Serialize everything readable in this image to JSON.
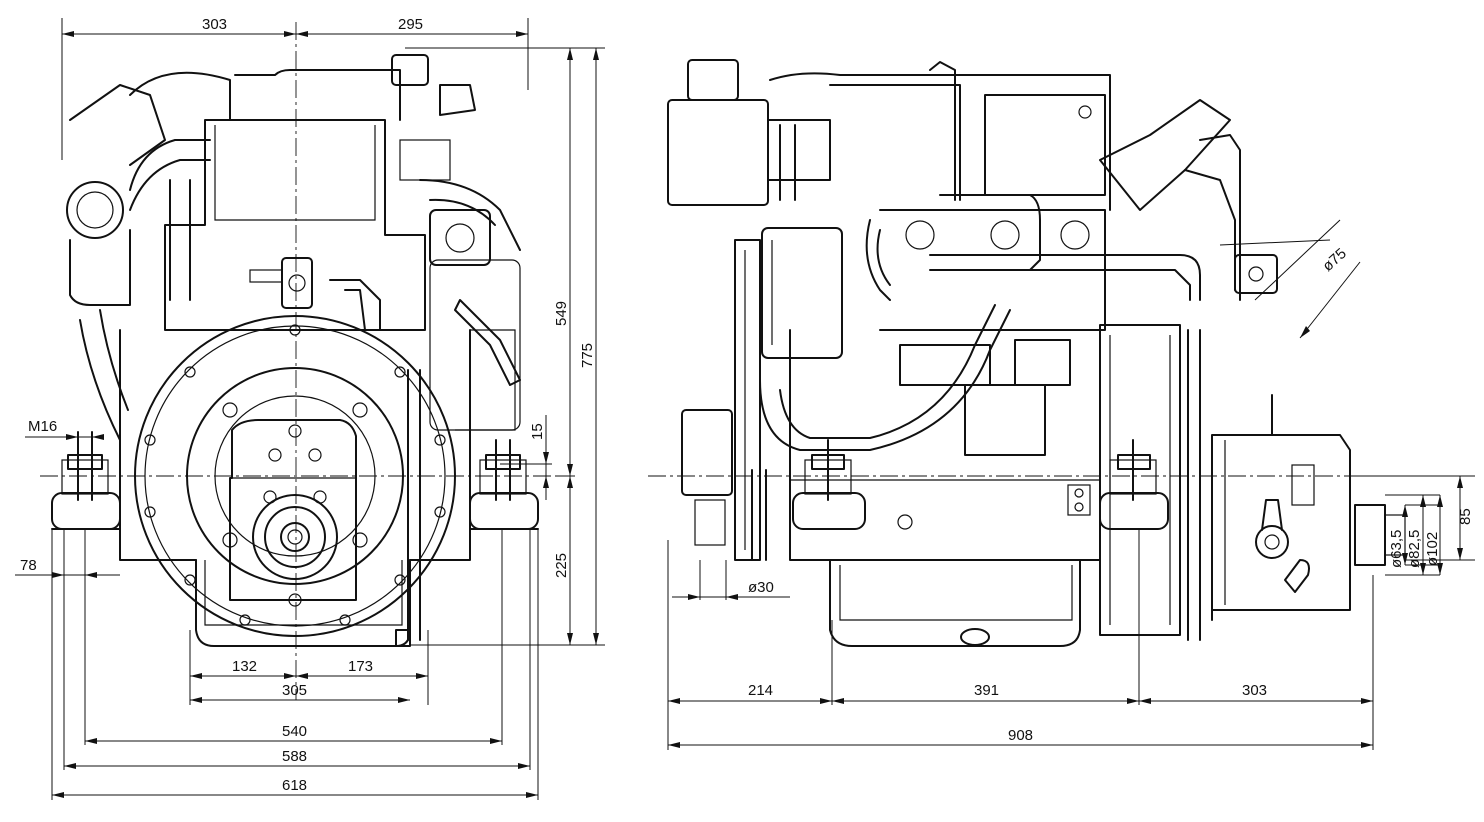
{
  "front_view": {
    "dim_303": "303",
    "dim_295": "295",
    "dim_549": "549",
    "dim_775": "775",
    "dim_m16": "M16",
    "dim_15": "15",
    "dim_78": "78",
    "dim_225": "225",
    "dim_132": "132",
    "dim_173": "173",
    "dim_305": "305",
    "dim_540": "540",
    "dim_588": "588",
    "dim_618": "618"
  },
  "side_view": {
    "dim_75": "ø75",
    "dim_30": "ø30",
    "dim_85": "85",
    "dim_63": "ø63,5",
    "dim_82": "ø82,5",
    "dim_102": "ø102",
    "dim_214": "214",
    "dim_391": "391",
    "dim_303": "303",
    "dim_908": "908"
  }
}
